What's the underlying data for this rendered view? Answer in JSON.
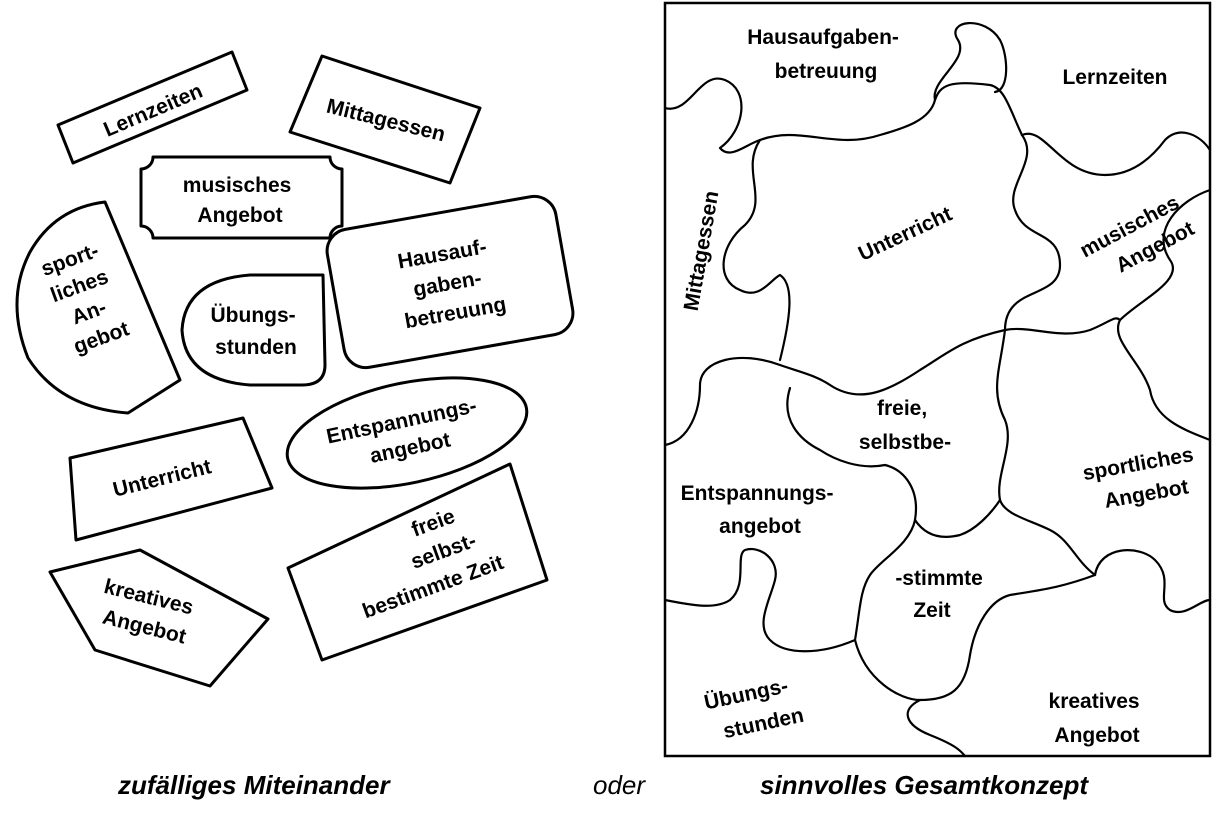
{
  "colors": {
    "ink": "#000000",
    "paper": "#ffffff"
  },
  "left_pieces": [
    {
      "id": "lernzeiten",
      "lines": [
        "Lernzeiten"
      ]
    },
    {
      "id": "mittagessen",
      "lines": [
        "Mittagessen"
      ]
    },
    {
      "id": "musisches",
      "lines": [
        "musisches",
        "Angebot"
      ]
    },
    {
      "id": "sportliches",
      "lines": [
        "sport-",
        "liches",
        "An-",
        "gebot"
      ]
    },
    {
      "id": "uebungs",
      "lines": [
        "Übungs-",
        "stunden"
      ]
    },
    {
      "id": "hausauf",
      "lines": [
        "Hausauf-",
        "gaben-",
        "betreuung"
      ]
    },
    {
      "id": "entspannung",
      "lines": [
        "Entspannungs-",
        "angebot"
      ]
    },
    {
      "id": "unterricht",
      "lines": [
        "Unterricht"
      ]
    },
    {
      "id": "freie",
      "lines": [
        "freie",
        "selbst-",
        "bestimmte Zeit"
      ]
    },
    {
      "id": "kreatives",
      "lines": [
        "kreatives",
        "Angebot"
      ]
    }
  ],
  "puzzle_pieces": [
    {
      "id": "p-hausauf",
      "lines": [
        "Hausaufgaben-",
        "betreuung"
      ]
    },
    {
      "id": "p-lernzeiten",
      "lines": [
        "Lernzeiten"
      ]
    },
    {
      "id": "p-mittagessen",
      "lines": [
        "Mittagessen"
      ]
    },
    {
      "id": "p-unterricht",
      "lines": [
        "Unterricht"
      ]
    },
    {
      "id": "p-musisches",
      "lines": [
        "musisches",
        "Angebot"
      ]
    },
    {
      "id": "p-freie",
      "lines": [
        "freie,",
        "selbstbe-"
      ]
    },
    {
      "id": "p-sportliches",
      "lines": [
        "sportliches",
        "Angebot"
      ]
    },
    {
      "id": "p-entspannung",
      "lines": [
        "Entspannungs-",
        "angebot"
      ]
    },
    {
      "id": "p-stimmte",
      "lines": [
        "-stimmte",
        "Zeit"
      ]
    },
    {
      "id": "p-uebungs",
      "lines": [
        "Übungs-",
        "stunden"
      ]
    },
    {
      "id": "p-kreatives",
      "lines": [
        "kreatives",
        "Angebot"
      ]
    }
  ],
  "captions": {
    "left": "zufälliges Miteinander",
    "middle": "oder",
    "right": "sinnvolles Gesamtkonzept"
  }
}
